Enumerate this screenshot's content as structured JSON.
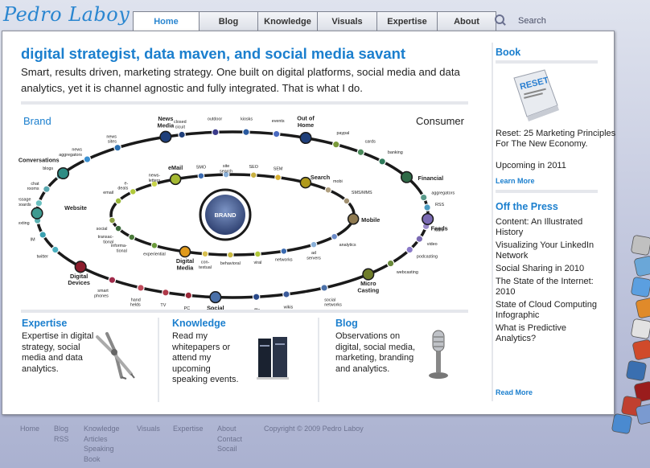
{
  "site": {
    "logo": "Pedro Laboy"
  },
  "nav": {
    "tabs": [
      {
        "label": "Home",
        "active": true
      },
      {
        "label": "Blog"
      },
      {
        "label": "Knowledge"
      },
      {
        "label": "Visuals"
      },
      {
        "label": "Expertise"
      },
      {
        "label": "About"
      }
    ]
  },
  "search": {
    "placeholder": "Search"
  },
  "main": {
    "tagline": "digital strategist, data maven, and social media savant",
    "intro": "Smart, results driven, marketing strategy. One built on digital platforms, social media and data analytics, yet it is channel agnostic and fully integrated. That is what I do."
  },
  "diagram": {
    "brand_label": "Brand",
    "consumer_label": "Consumer",
    "center_label": "BRAND",
    "outer_nodes": [
      {
        "label": "Conversations",
        "bold": true,
        "color": "#2e8c84"
      },
      {
        "label": "News Media",
        "bold": true,
        "color": "#1f3f7a"
      },
      {
        "label": "Out of Home",
        "bold": true,
        "color": "#1f3f7a"
      },
      {
        "label": "Financial",
        "bold": true,
        "color": "#2f6a47"
      },
      {
        "label": "Feeds",
        "bold": true,
        "color": "#7a6ab3"
      },
      {
        "label": "Micro Casting",
        "bold": true,
        "color": "#6f7d2a"
      },
      {
        "label": "Social",
        "bold": true,
        "color": "#4a70a8"
      },
      {
        "label": "Digital Devices",
        "bold": true,
        "color": "#8c1c2c"
      },
      {
        "label": "Website",
        "bold": true,
        "color": "#3e9a90"
      }
    ],
    "inner_nodes": [
      {
        "label": "eMail",
        "bold": true,
        "color": "#a4b832"
      },
      {
        "label": "Search",
        "bold": true,
        "color": "#b09a1c"
      },
      {
        "label": "Mobile",
        "bold": true,
        "color": "#8f7a50"
      },
      {
        "label": "Digital Media",
        "bold": true,
        "color": "#e09a1c"
      }
    ],
    "small_labels": [
      "news aggregators",
      "news sites",
      "closed cicuit",
      "outdoor",
      "kiosks",
      "events",
      "paypal",
      "cards",
      "banking",
      "aggregators",
      "RSS",
      "radio",
      "video",
      "podcasting",
      "webcasting",
      "social networks",
      "wikis",
      "file sharing",
      "PC",
      "TV",
      "hand helds",
      "smart phones",
      "twitter",
      "IM",
      "texting",
      "message boards",
      "chat rooms",
      "blogs",
      "email",
      "e-deals",
      "news-letters",
      "SMO",
      "site search",
      "SEO",
      "SEM",
      "mobi",
      "SMS/MMS",
      "analytics",
      "ad servers",
      "networks",
      "viral",
      "behavioral",
      "con-textual",
      "experiential",
      "informa-tional",
      "transac-tional",
      "social"
    ]
  },
  "sections": [
    {
      "title": "Expertise",
      "text": "Expertise in digital strategy, social media and data analytics."
    },
    {
      "title": "Knowledge",
      "text": "Read my whitepapers or attend my upcoming speaking events."
    },
    {
      "title": "Blog",
      "text": "Observations on digital, social media, marketing, branding and analytics."
    }
  ],
  "sidebar": {
    "book": {
      "title": "Book",
      "cover_text": "RESET",
      "text": "Reset: 25 Marketing Principles For The New Economy.",
      "text2": "Upcoming in 2011",
      "link": "Learn More"
    },
    "press": {
      "title": "Off the Press",
      "items": [
        "Content: An Illustrated History",
        "Visualizing Your LinkedIn Network",
        "Social Sharing in 2010",
        "The State of the Internet: 2010",
        "State of Cloud Computing Infographic",
        "What is Predictive Analytics?"
      ],
      "link": "Read More"
    }
  },
  "footer": {
    "col1": [
      "Home"
    ],
    "col2": [
      "Blog",
      "RSS"
    ],
    "col3": [
      "Knowledge",
      "Articles",
      "Speaking",
      "Book"
    ],
    "col4": [
      "Visuals"
    ],
    "col5": [
      "Expertise"
    ],
    "col6": [
      "About",
      "Contact",
      "Socail"
    ],
    "copyright": "Copyright © 2009 Pedro Laboy"
  },
  "colors": {
    "accent": "#1b7fce",
    "dock_icons": [
      "#c0c0c0",
      "#6aa7d8",
      "#5b9fe0",
      "#e08a2a",
      "#e2e2e2",
      "#d04a2a",
      "#3a6fb0",
      "#9a1c1c",
      "#c04030",
      "#7a9ad0",
      "#4a8ad0"
    ]
  }
}
